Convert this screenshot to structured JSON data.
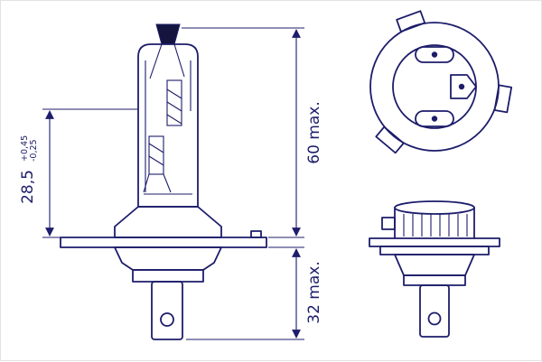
{
  "dimensions": {
    "filament_offset": {
      "value": "28,5",
      "tol_plus": "+0,45",
      "tol_minus": "-0,25"
    },
    "glass_length": "60 max.",
    "base_length": "32 max."
  },
  "colors": {
    "line": "#1d1d6b",
    "tip_fill": "#14143f",
    "background": "#ffffff"
  }
}
